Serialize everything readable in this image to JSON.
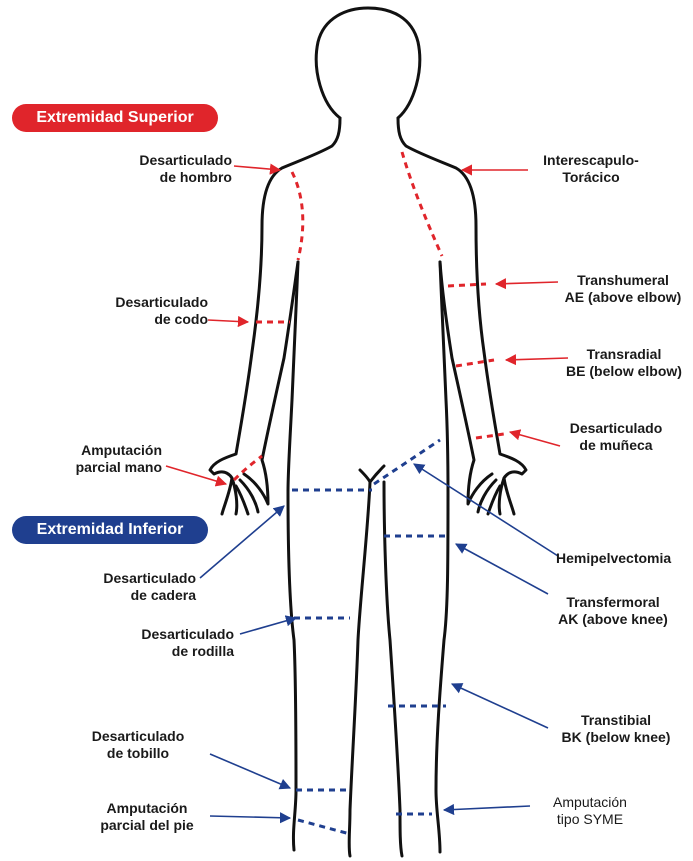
{
  "sections": {
    "upper": "Extremidad Superior",
    "lower": "Extremidad Inferior"
  },
  "colors": {
    "upper": "#e0252b",
    "lower": "#1f3f8f"
  },
  "labels": {
    "desart_hombro": "Desarticulado\nde hombro",
    "interescapulo": "Interescapulo-\nTorácico",
    "transhumeral": "Transhumeral\nAE (above elbow)",
    "desart_codo": "Desarticulado\nde codo",
    "transradial": "Transradial\nBE (below elbow)",
    "desart_muneca": "Desarticulado\nde muñeca",
    "amp_mano": "Amputación\nparcial mano",
    "hemipelvectomia": "Hemipelvectomia",
    "desart_cadera": "Desarticulado\nde cadera",
    "transfemoral": "Transfermoral\nAK (above knee)",
    "desart_rodilla": "Desarticulado\nde rodilla",
    "transtibial": "Transtibial\nBK (below knee)",
    "desart_tobillo": "Desarticulado\nde tobillo",
    "amp_pie": "Amputación\nparcial del pie",
    "syme": "Amputación\ntipo SYME"
  }
}
